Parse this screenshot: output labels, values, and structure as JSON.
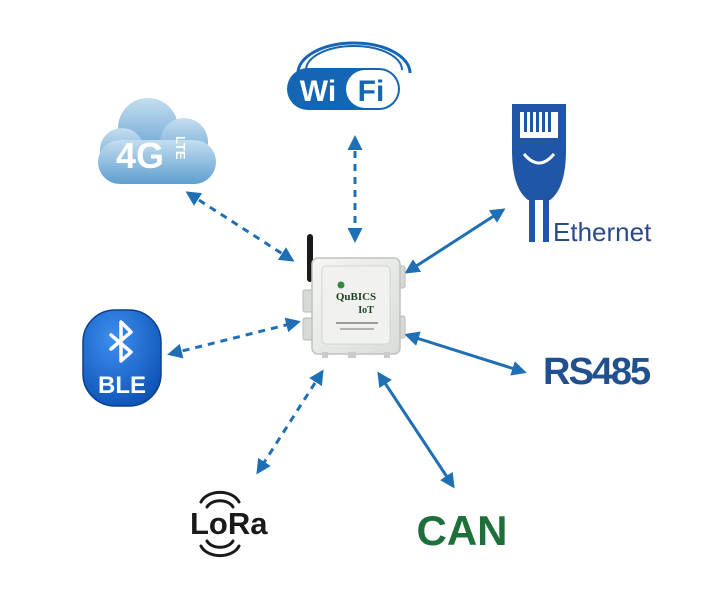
{
  "colors": {
    "arrow": "#1f6fb5",
    "wifi_blue": "#1565b5",
    "cloud_light": "#a7cde8",
    "cloud_dark": "#6aa6d3",
    "ethernet_blue": "#1f57a6",
    "ethernet_text": "#2b4a8a",
    "rs485_text": "#22508f",
    "ble_blue": "#1a6fd6",
    "can_green": "#1f6f3a",
    "lora_black": "#1a1a1a",
    "device_body": "#eef0ee",
    "device_edge": "#c7cac6",
    "antenna": "#1a1a1a"
  },
  "device": {
    "brand": "QuBICS",
    "sub": "IoT",
    "icon": "device-enclosure-icon"
  },
  "nodes": {
    "wifi": {
      "left": "Wi",
      "right": "Fi",
      "icon": "wifi-logo-icon",
      "link": "dashed"
    },
    "lte": {
      "main": "4G",
      "sup": "LTE",
      "icon": "cloud-icon",
      "link": "dashed"
    },
    "ethernet": {
      "label": "Ethernet",
      "icon": "ethernet-plug-icon",
      "link": "solid"
    },
    "ble": {
      "label": "BLE",
      "icon": "bluetooth-icon",
      "link": "dashed"
    },
    "rs485": {
      "label": "RS485",
      "link": "solid"
    },
    "lora": {
      "label": "LoRa",
      "icon": "lora-wave-icon",
      "link": "dashed"
    },
    "can": {
      "label": "CAN",
      "link": "solid"
    }
  }
}
